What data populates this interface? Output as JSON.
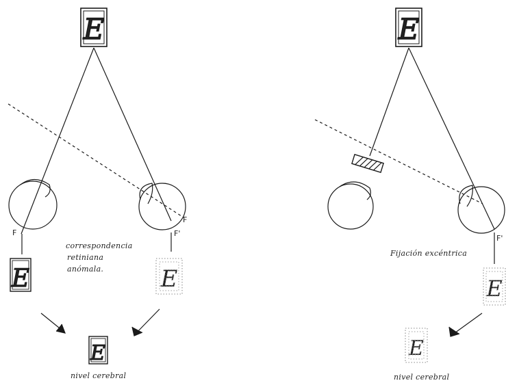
{
  "colors": {
    "ink": "#1a1a1a",
    "faint": "#b0b0b0",
    "paper": "#ffffff"
  },
  "left_panel": {
    "fixation_label": "F",
    "fovea_right_label": "F",
    "fovea_right_prime_label": "F'",
    "annotation_lines": [
      "correspondencia",
      "retiniana",
      "anómala."
    ],
    "brain_label": "nivel cerebral",
    "letter": "E"
  },
  "right_panel": {
    "fovea_prime_label": "F'",
    "annotation": "Fijación excéntrica",
    "brain_label": "nivel cerebral",
    "letter": "E"
  }
}
